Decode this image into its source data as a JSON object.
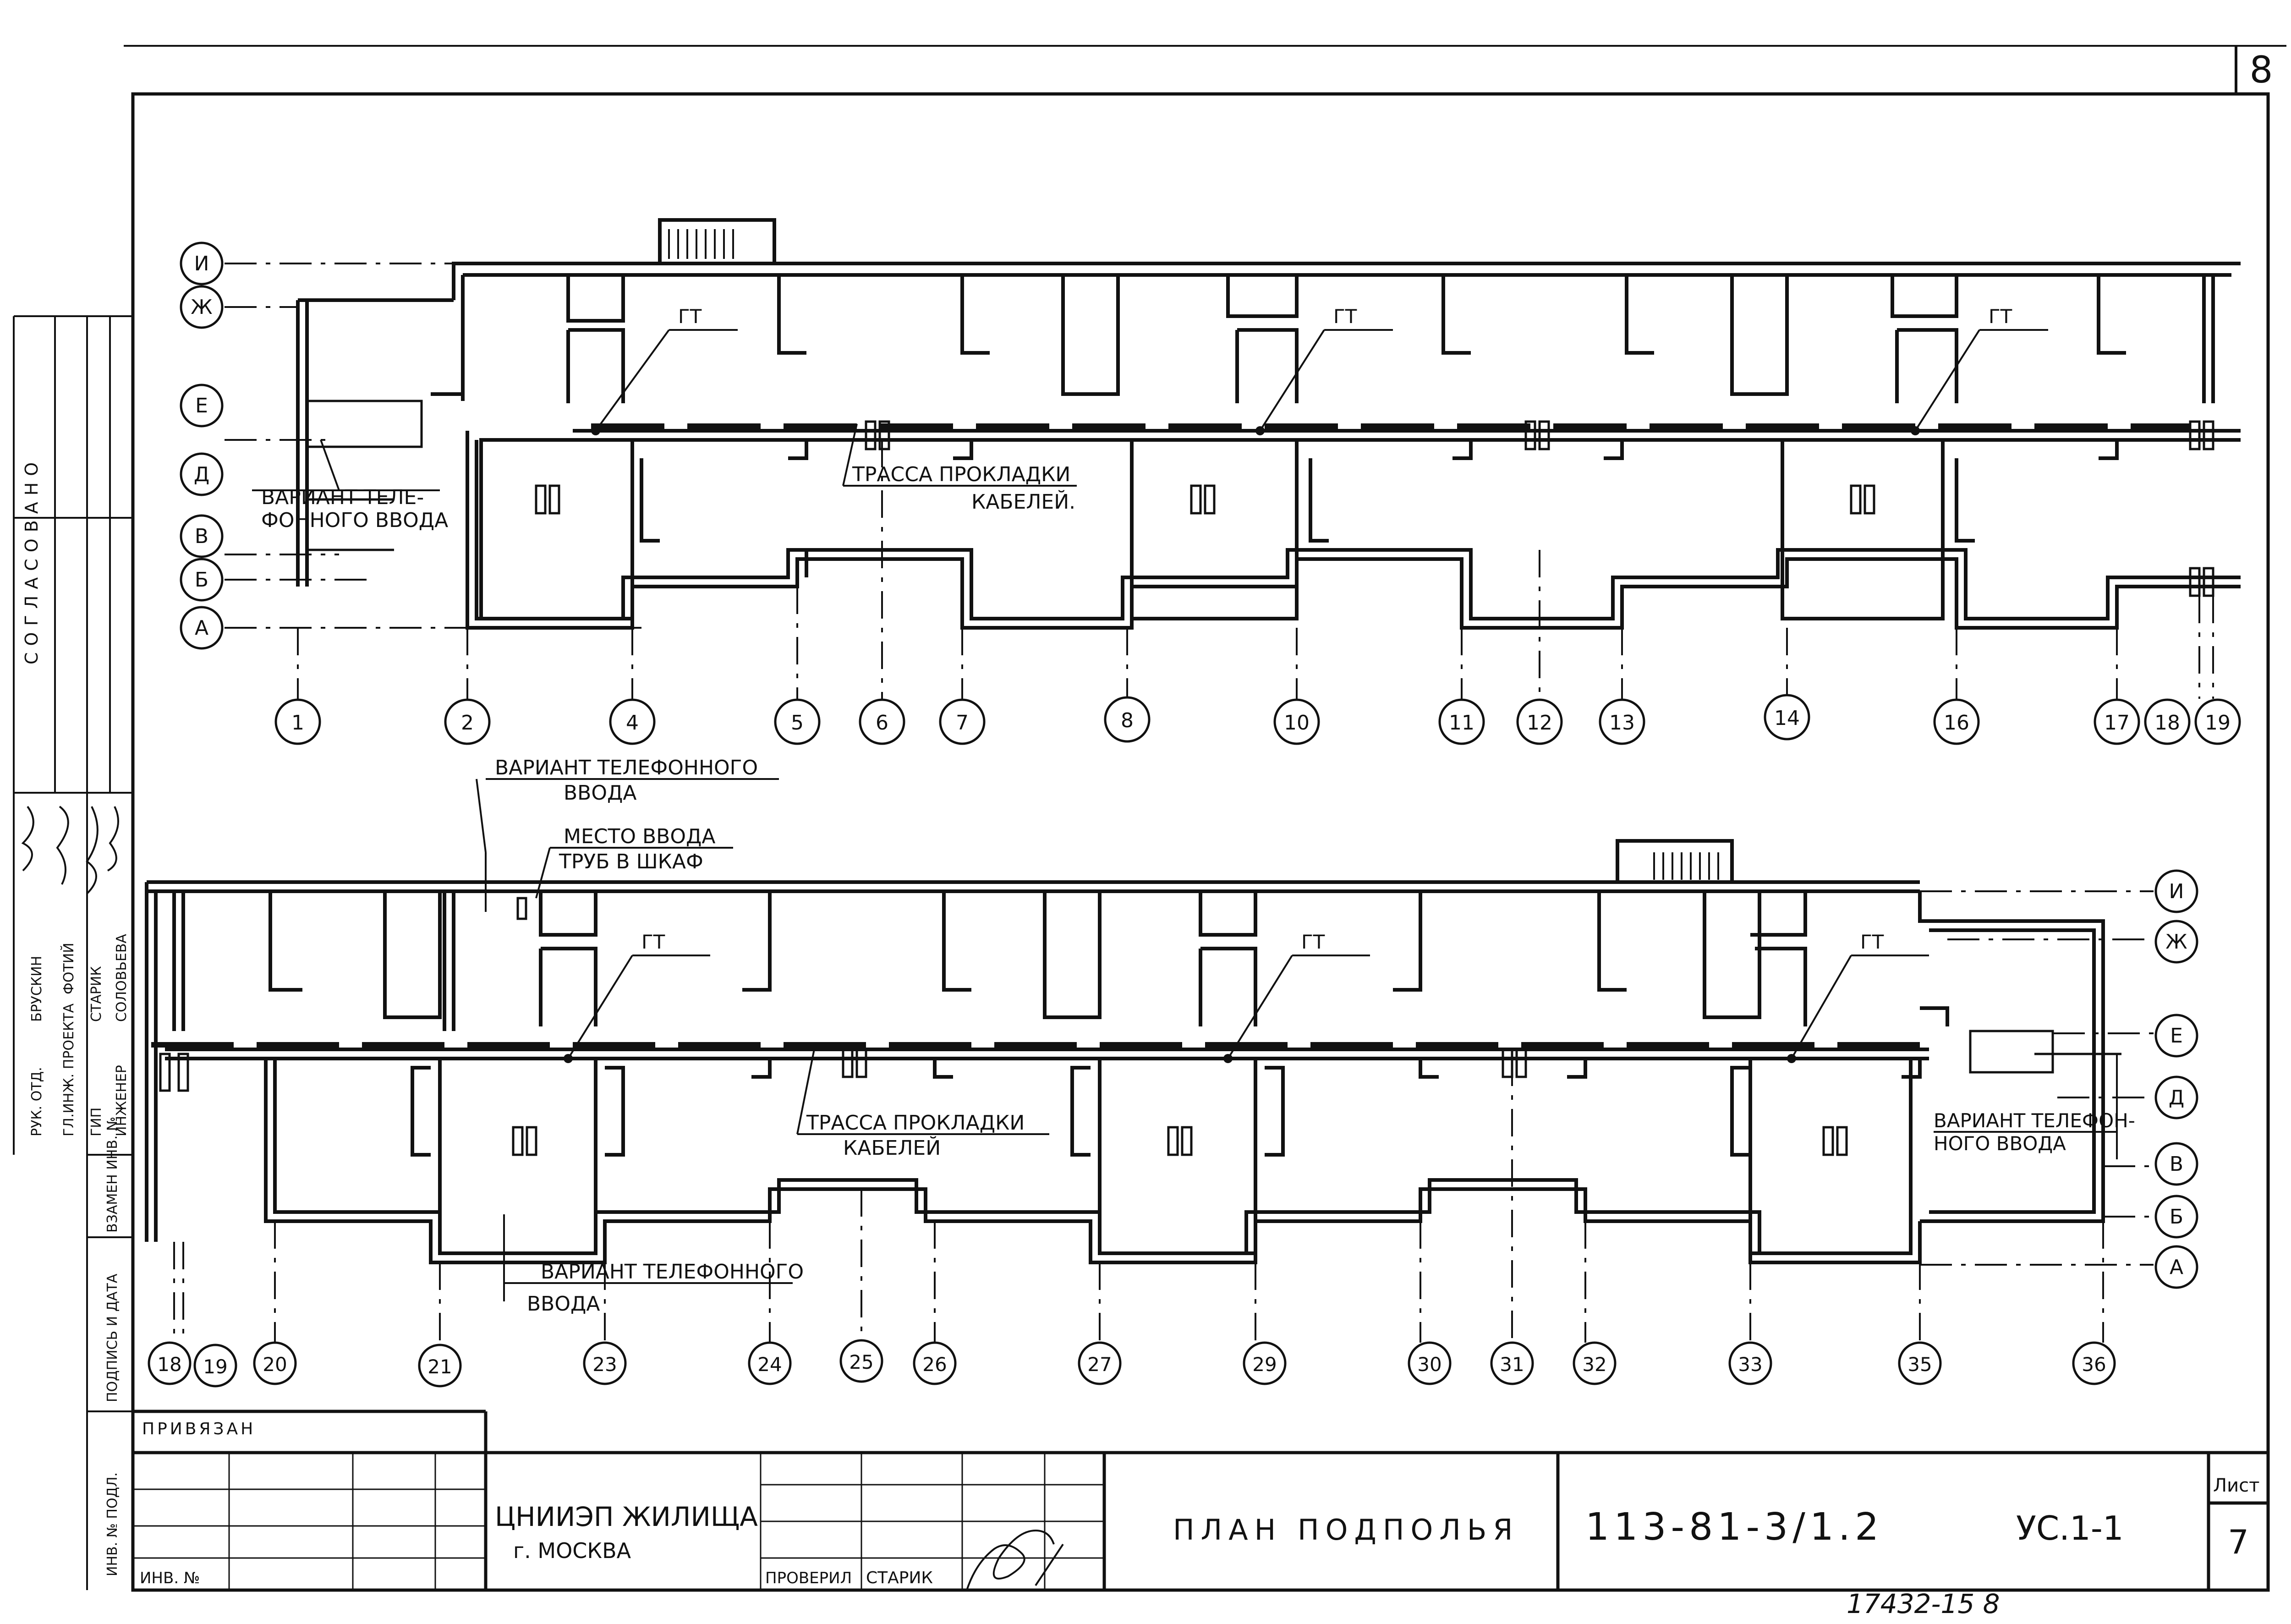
{
  "sheet": {
    "corner_number": "8",
    "list_label": "Лист",
    "list_number": "7",
    "stamp_number": "17432-15 8"
  },
  "left_margin": {
    "approval": "СОГЛАСОВАНО",
    "people": [
      "РУК. ОТД.",
      "БРУСКИН",
      "ГЛ.ИНЖ. ПРОЕКТА",
      "ФОТИЙ",
      "ГИП",
      "СТАРИК",
      "ИНЖЕНЕР",
      "СОЛОВЬЕВА"
    ],
    "fields": [
      "ВЗАМЕН ИНВ. №",
      "ПОДПИСЬ И ДАТА",
      "ИНВ. № ПОДЛ."
    ]
  },
  "plan_top": {
    "axes_rows": [
      "И",
      "Ж",
      "Е",
      "Д",
      "В",
      "Б",
      "А"
    ],
    "axes_cols": [
      "1",
      "2",
      "4",
      "5",
      "6",
      "7",
      "8",
      "10",
      "11",
      "12",
      "13",
      "14",
      "16",
      "17",
      "18",
      "19"
    ],
    "gt_label": "ГТ",
    "route_label_1": "ТРАССА ПРОКЛАДКИ",
    "route_label_2": "КАБЕЛЕЙ.",
    "variant_label_1": "ВАРИАНТ ТЕЛЕ-",
    "variant_label_2": "ФОННОГО ВВОДА"
  },
  "plan_bottom": {
    "axes_rows": [
      "И",
      "Ж",
      "Е",
      "Д",
      "В",
      "Б",
      "А"
    ],
    "axes_cols": [
      "18",
      "19",
      "20",
      "21",
      "23",
      "24",
      "25",
      "26",
      "27",
      "29",
      "30",
      "31",
      "32",
      "33",
      "35",
      "36"
    ],
    "gt_label": "ГТ",
    "route_label_1": "ТРАССА ПРОКЛАДКИ",
    "route_label_2": "КАБЕЛЕЙ",
    "variant_top_1": "ВАРИАНТ ТЕЛЕФОННОГО",
    "variant_top_2": "ВВОДА",
    "entry_1": "МЕСТО ВВОДА",
    "entry_2": "ТРУБ В ШКАФ",
    "variant_right_1": "ВАРИАНТ ТЕЛЕФОН-",
    "variant_right_2": "НОГО ВВОДА",
    "variant_bottom_1": "ВАРИАНТ ТЕЛЕФОННОГО",
    "variant_bottom_2": "ВВОДА"
  },
  "title_block": {
    "privyazan": "ПРИВЯЗАН",
    "inv_no": "ИНВ. №",
    "institute": "ЦНИИЭП ЖИЛИЩА",
    "city": "г. МОСКВА",
    "checked_role": "ПРОВЕРИЛ",
    "checked_name": "СТАРИК",
    "drawing_title": "ПЛАН ПОДПОЛЬЯ",
    "project_code": "113-81-3/1.2",
    "sheet_code": "УС.1-1"
  }
}
